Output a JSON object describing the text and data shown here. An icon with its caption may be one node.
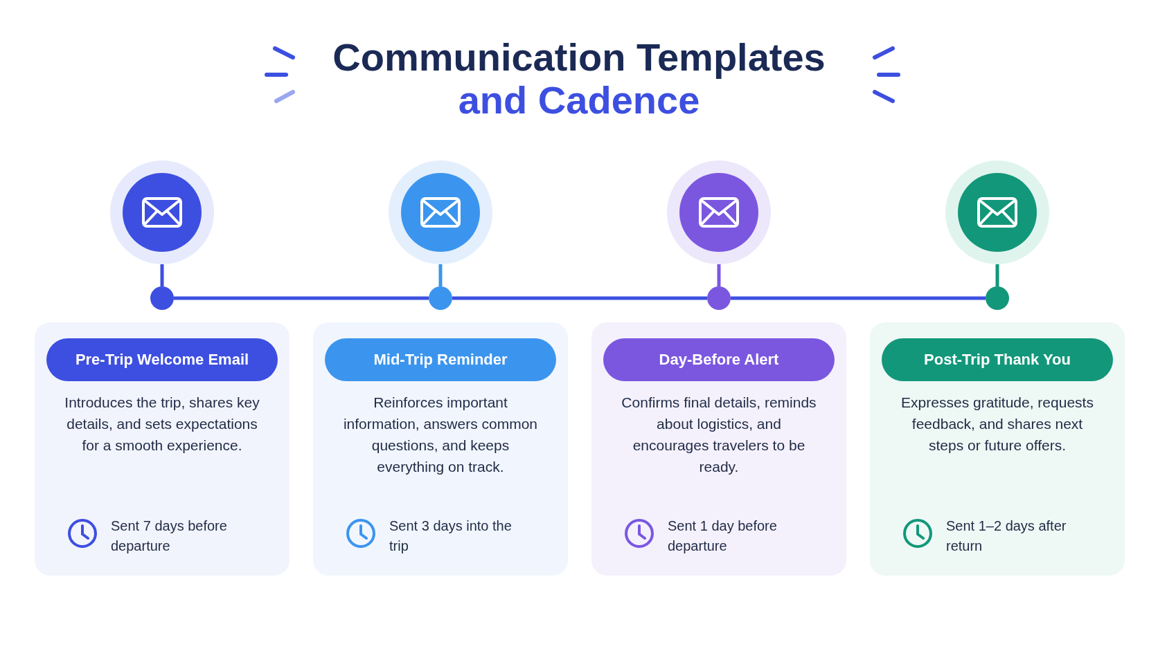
{
  "diagram": {
    "nodes": [
      {
        "text": [],
        "shape": "circle"
      },
      {
        "text": [],
        "shape": "circle"
      },
      {
        "text": [],
        "shape": "circle"
      },
      {
        "text": [],
        "shape": "circle"
      },
      {
        "text": [],
        "shape": "circle"
      },
      {
        "text": [],
        "shape": "circle"
      },
      {
        "text": [],
        "shape": "circle"
      },
      {
        "text": [],
        "shape": "circle"
      },
      {
        "text": [
          "Pre-Trip Welcome Email",
          "Introduces the trip, shares key details, and sets expectations for a smooth experience.",
          "Sent 7 days before departure"
        ]
      },
      {
        "text": [
          "Mid-Trip Reminder",
          "Reinforces important information, answers common questions, and keeps everything on track.",
          "Sent 3 days into the trip"
        ]
      },
      {
        "text": [
          "Day-Before Alert",
          "Confirms final details, reminds about logistics, and encourages travelers to be ready.",
          "Sent 1 day before departure"
        ]
      },
      {
        "text": [
          "Post-Trip Thank You",
          "Expresses gratitude, requests feedback, and shares next steps or future offers.",
          "Sent 1–2 days after return"
        ]
      }
    ],
    "edges": [
      {
        "from": 0,
        "to": 4,
        "arrow": "none"
      },
      {
        "from": 1,
        "to": 5,
        "arrow": "none",
        "color": "#3b95ee"
      },
      {
        "from": 2,
        "to": 6,
        "arrow": "none",
        "color": "#7b57e0"
      },
      {
        "from": 3,
        "to": 7,
        "arrow": "none",
        "color": "#12977a"
      },
      {
        "from": 4,
        "to": 5,
        "arrow": "none"
      },
      {
        "from": 5,
        "to": 6,
        "arrow": "none"
      },
      {
        "from": 6,
        "to": 7,
        "arrow": "none"
      }
    ],
    "labels": [
      "Communication Templates",
      "and Cadence"
    ]
  }
}
